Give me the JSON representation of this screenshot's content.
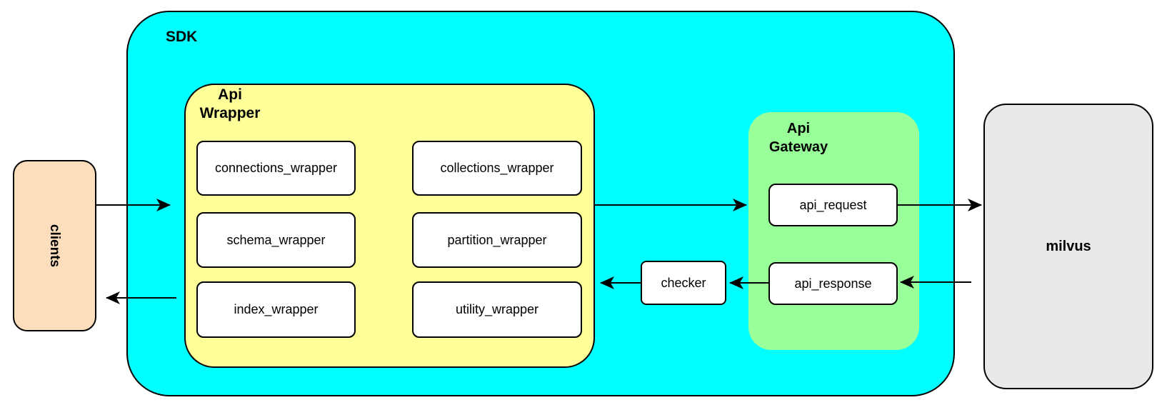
{
  "colors": {
    "cyan": "#00ffff",
    "yellow": "#ffff99",
    "green": "#99ff99",
    "peach": "#fcdebd",
    "gray": "#e9e9e9",
    "node_fill": "#ffffff",
    "stroke": "#000000"
  },
  "nodes": {
    "clients": "clients",
    "sdk": "SDK",
    "api_wrapper": {
      "line1": "Api",
      "line2": "Wrapper"
    },
    "wrapper_boxes": [
      "connections_wrapper",
      "collections_wrapper",
      "schema_wrapper",
      "partition_wrapper",
      "index_wrapper",
      "utility_wrapper"
    ],
    "checker": "checker",
    "api_gateway": {
      "line1": "Api",
      "line2": "Gateway"
    },
    "api_request": "api_request",
    "api_response": "api_response",
    "milvus": "milvus"
  },
  "edges": [
    {
      "from": "clients",
      "to": "api_wrapper",
      "direction": "right"
    },
    {
      "from": "api_wrapper",
      "to": "api_gateway",
      "direction": "right"
    },
    {
      "from": "api_request",
      "to": "milvus",
      "direction": "right"
    },
    {
      "from": "milvus",
      "to": "api_response",
      "direction": "left"
    },
    {
      "from": "api_response",
      "to": "checker",
      "direction": "left"
    },
    {
      "from": "checker",
      "to": "api_wrapper",
      "direction": "left"
    },
    {
      "from": "api_wrapper",
      "to": "clients",
      "direction": "left"
    }
  ]
}
